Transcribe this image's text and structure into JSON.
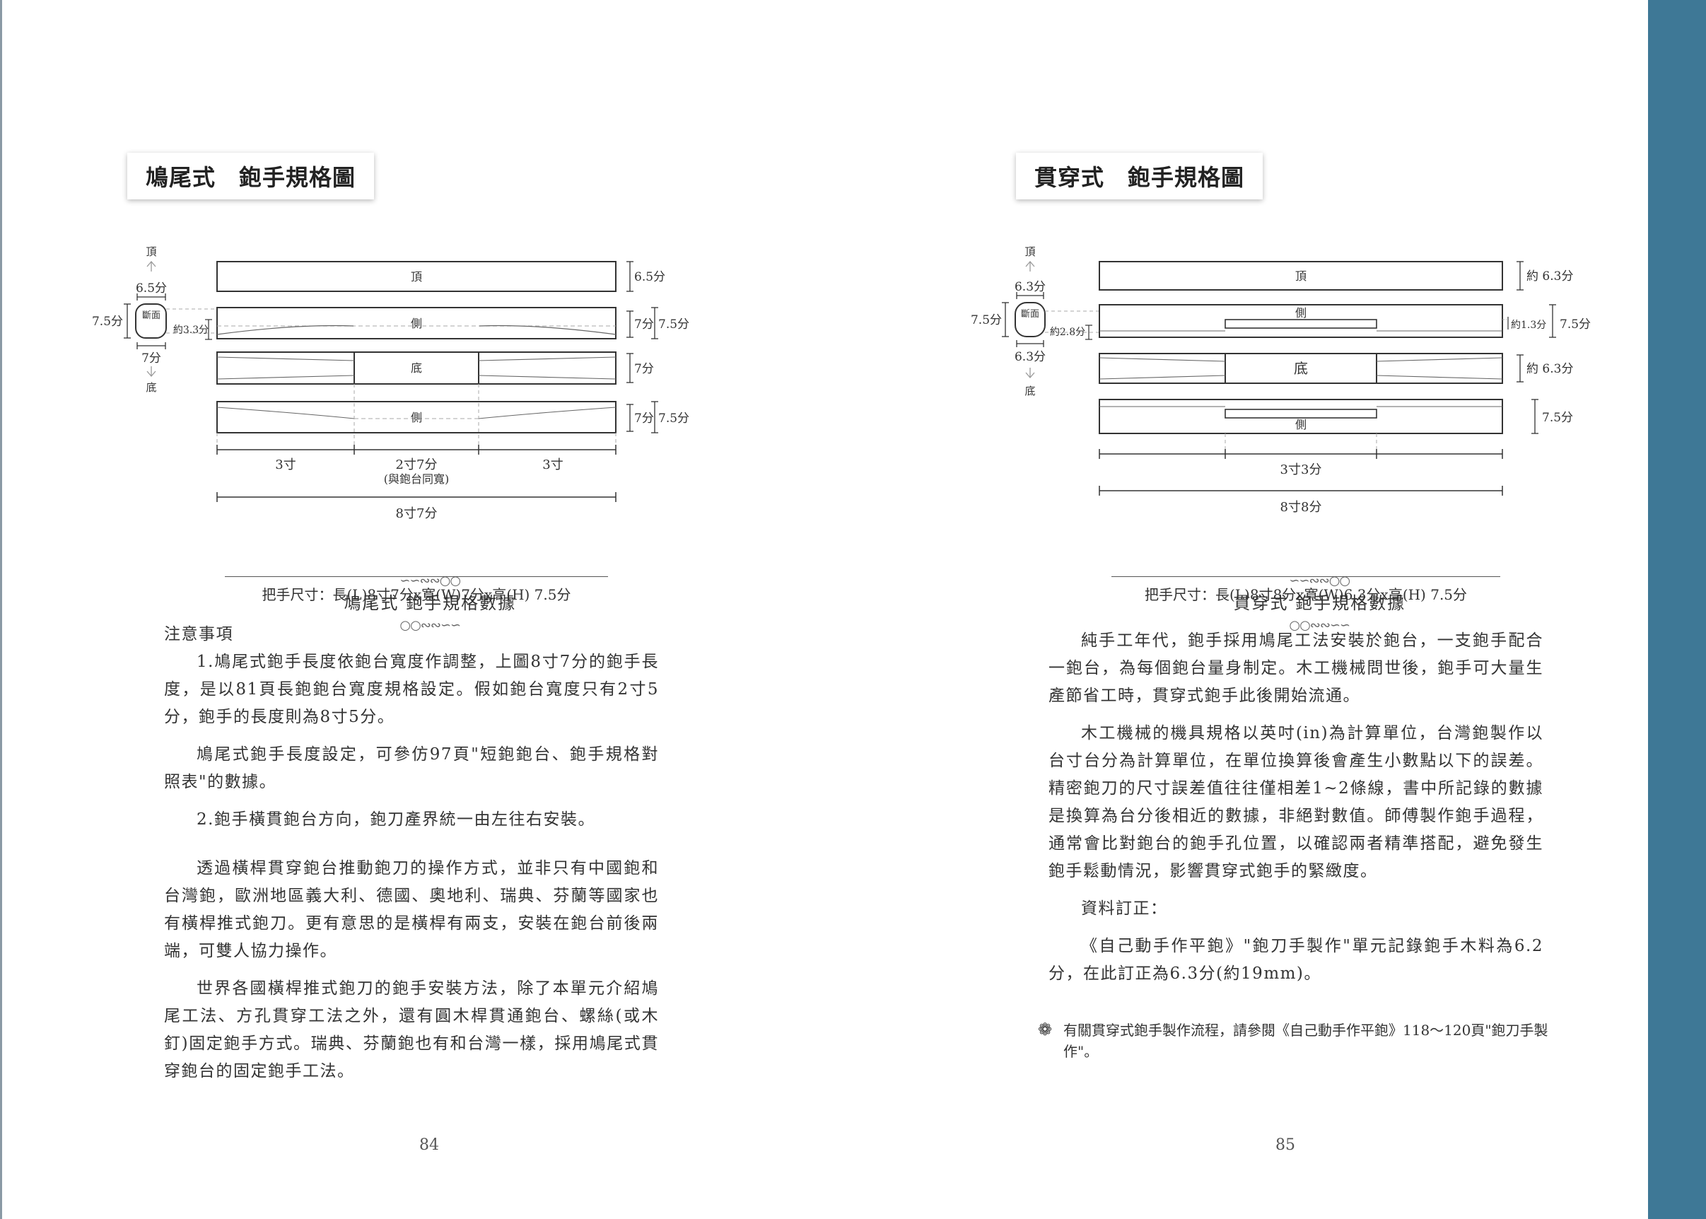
{
  "left": {
    "title": "鳩尾式　鉋手規格圖",
    "diagram": {
      "top": "頂",
      "bottom": "底",
      "cross_section": "斷面",
      "cross_w_top": "6.5分",
      "cross_h": "7.5分",
      "cross_w_bottom": "7分",
      "cross_offset": "約3.3分",
      "bar1_label": "頂",
      "bar2_label": "側",
      "bar3_label": "底",
      "bar4_label": "側",
      "dim1": "6.5分",
      "dim2a": "7分",
      "dim2b": "7.5分",
      "dim3": "7分",
      "dim4a": "7分",
      "dim4b": "7.5分",
      "seg1": "3寸",
      "seg2": "2寸7分",
      "seg2_note": "(與鉋台同寬)",
      "seg3": "3寸",
      "total": "8寸7分"
    },
    "spec_heading": "鳩尾式 鉋手規格數據",
    "spec_row": "把手尺寸：長(L)8寸7分x寬(W)7分x高(H) 7.5分",
    "notes_title": "注意事項",
    "p1": "1.鳩尾式鉋手長度依鉋台寬度作調整，上圖8寸7分的鉋手長度，是以81頁長鉋鉋台寬度規格設定。假如鉋台寬度只有2寸5分，鉋手的長度則為8寸5分。",
    "p2": "鳩尾式鉋手長度設定，可參仿97頁\"短鉋鉋台、鉋手規格對照表\"的數據。",
    "p3": "2.鉋手橫貫鉋台方向，鉋刀產界統一由左往右安裝。",
    "p4": "透過橫桿貫穿鉋台推動鉋刀的操作方式，並非只有中國鉋和台灣鉋，歐洲地區義大利、德國、奧地利、瑞典、芬蘭等國家也有橫桿推式鉋刀。更有意思的是橫桿有兩支，安裝在鉋台前後兩端，可雙人協力操作。",
    "p5": "世界各國橫桿推式鉋刀的鉋手安裝方法，除了本單元介紹鳩尾工法、方孔貫穿工法之外，還有圓木桿貫通鉋台、螺絲(或木釘)固定鉋手方式。瑞典、芬蘭鉋也有和台灣一樣，採用鳩尾式貫穿鉋台的固定鉋手工法。",
    "page_number": "84"
  },
  "right": {
    "title": "貫穿式　鉋手規格圖",
    "diagram": {
      "top": "頂",
      "bottom": "底",
      "cross_section": "斷面",
      "cross_w_top": "6.3分",
      "cross_h": "7.5分",
      "cross_w_bottom": "6.3分",
      "cross_offset": "約2.8分",
      "bar1_label": "頂",
      "bar2_label": "側",
      "bar3_label": "底",
      "bar4_label": "側",
      "dim1": "約 6.3分",
      "dim2a": "約1.3分",
      "dim2b": "7.5分",
      "dim3": "約 6.3分",
      "dim4": "7.5分",
      "seg1": "3寸3分",
      "total": "8寸8分"
    },
    "spec_heading": "貫穿式 鉋手規格數據",
    "spec_row": "把手尺寸：長(L)8寸8分x寬(W)6.3分x高(H) 7.5分",
    "p1": "純手工年代，鉋手採用鳩尾工法安裝於鉋台，一支鉋手配合一鉋台，為每個鉋台量身制定。木工機械問世後，鉋手可大量生產節省工時，貫穿式鉋手此後開始流通。",
    "p2": "木工機械的機具規格以英吋(in)為計算單位，台灣鉋製作以台寸台分為計算單位，在單位換算後會產生小數點以下的誤差。精密鉋刀的尺寸誤差值往往僅相差1~2條線，書中所記錄的數據是換算為台分後相近的數據，非絕對數值。師傅製作鉋手過程，通常會比對鉋台的鉋手孔位置，以確認兩者精準搭配，避免發生鉋手鬆動情況，影響貫穿式鉋手的緊緻度。",
    "p3": "資料訂正：",
    "p4": "《自己動手作平鉋》\"鉋刀手製作\"單元記錄鉋手木料為6.2分，在此訂正為6.3分(約19mm)。",
    "note": "有關貫穿式鉋手製作流程，請參閱《自己動手作平鉋》118～120頁\"鉋刀手製作\"。",
    "page_number": "85"
  },
  "colors": {
    "spine": "#3e7896",
    "text": "#333333"
  }
}
